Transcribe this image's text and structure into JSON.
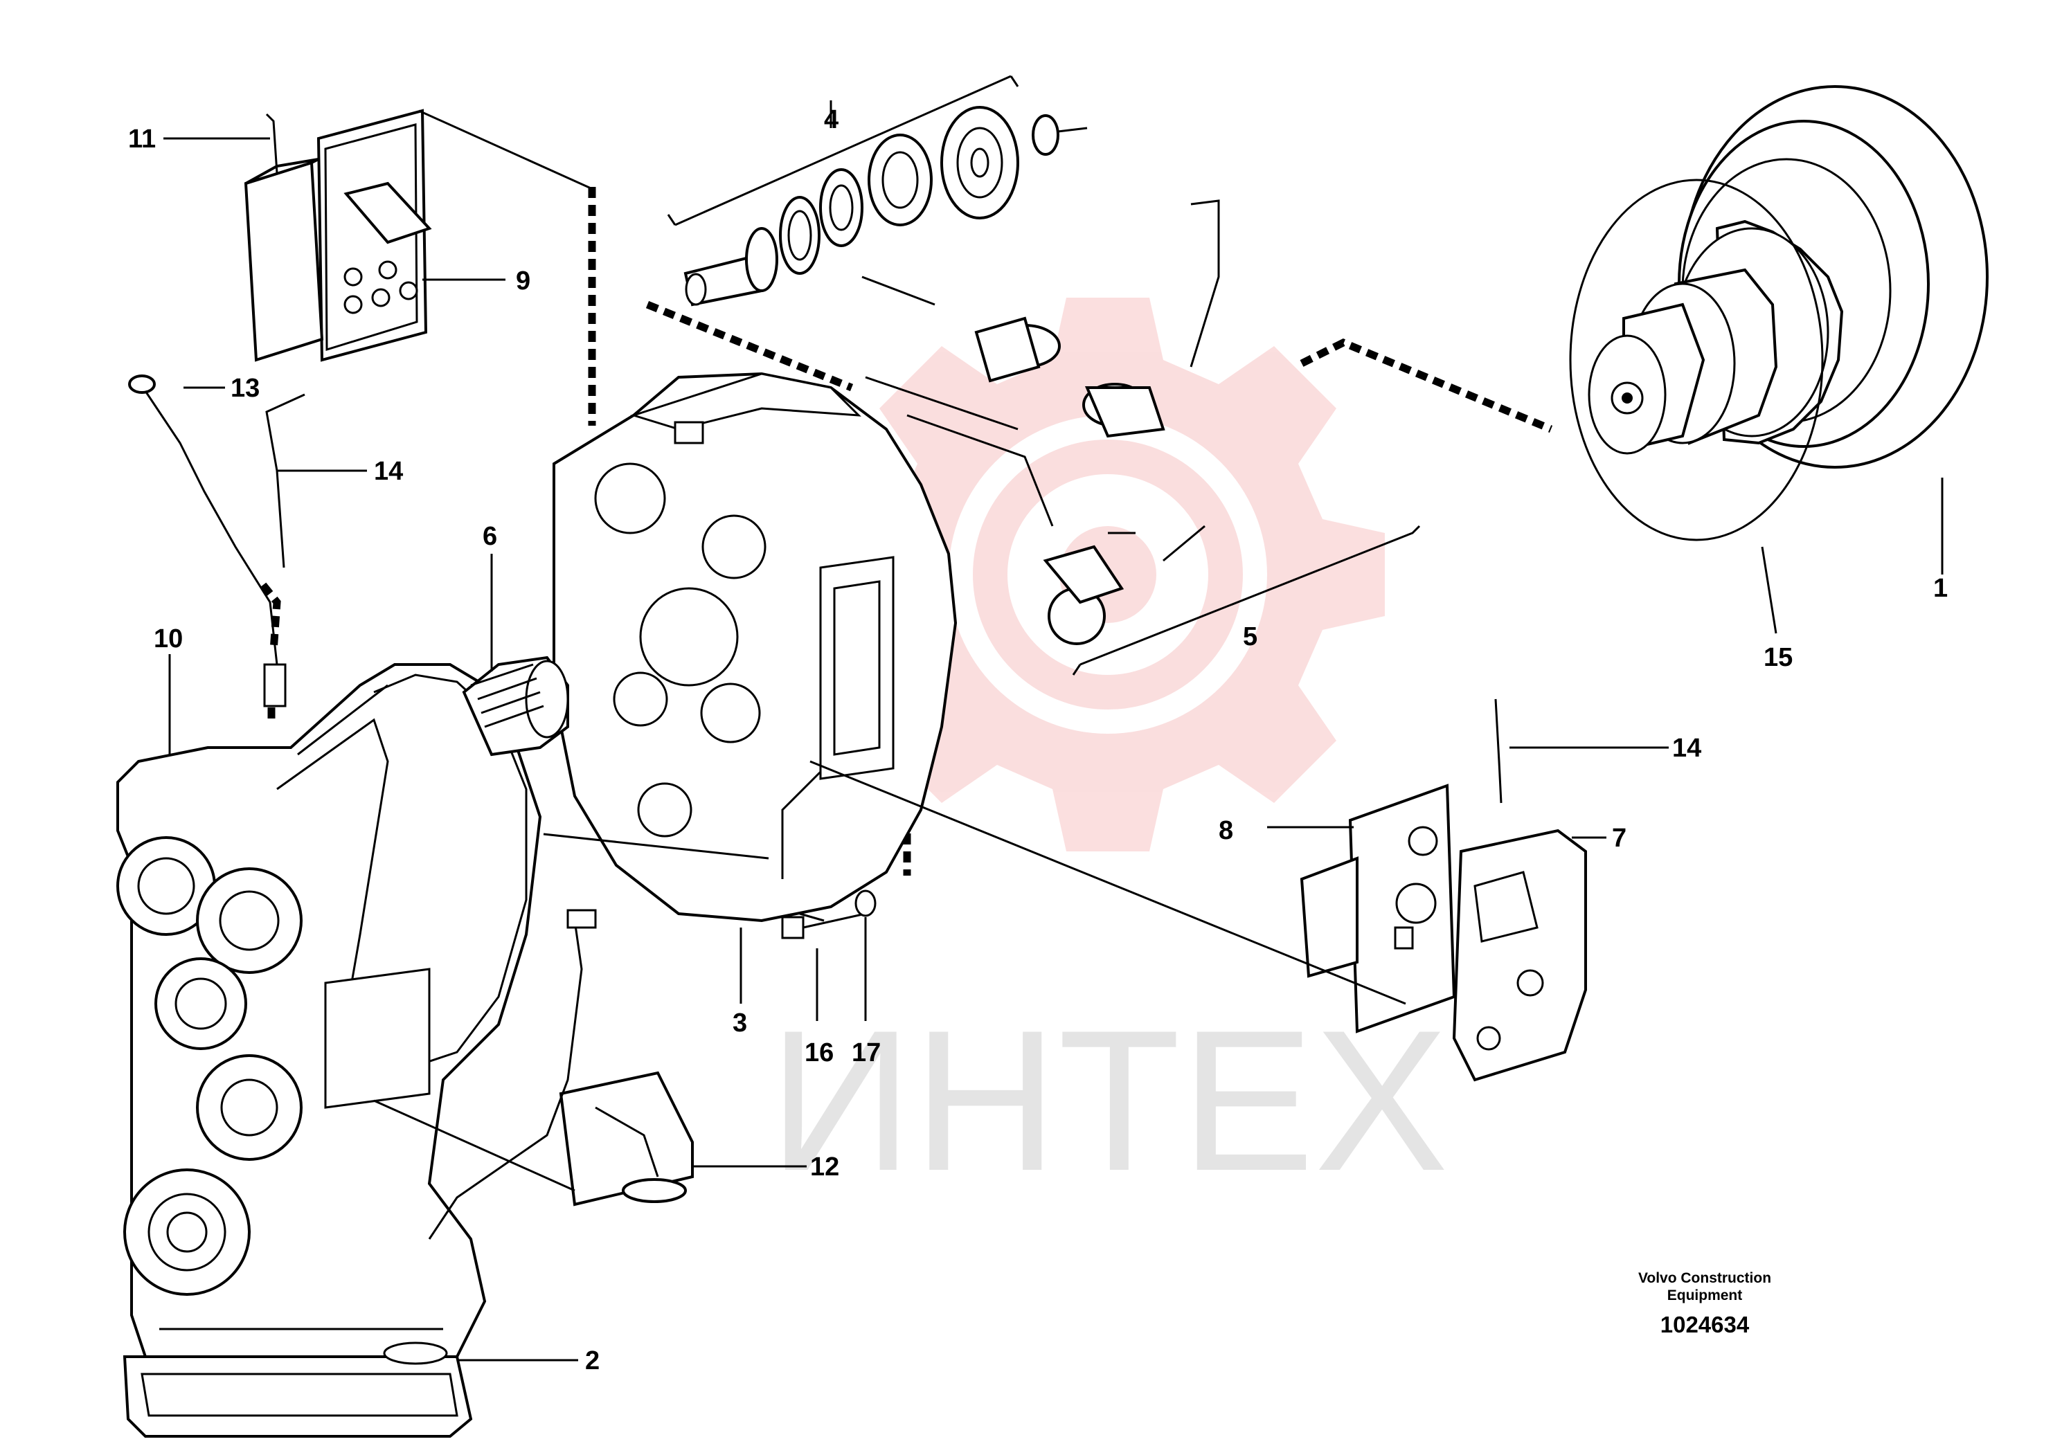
{
  "watermark": {
    "text": "ИНТЕХ",
    "color": "#e4e4e4",
    "gear_color": "#f7c4c4"
  },
  "callouts": [
    {
      "label": "1"
    },
    {
      "label": "2"
    },
    {
      "label": "3"
    },
    {
      "label": "4"
    },
    {
      "label": "5"
    },
    {
      "label": "6"
    },
    {
      "label": "7"
    },
    {
      "label": "8"
    },
    {
      "label": "9"
    },
    {
      "label": "10"
    },
    {
      "label": "11"
    },
    {
      "label": "12"
    },
    {
      "label": "13"
    },
    {
      "label": "14"
    },
    {
      "label": "14"
    },
    {
      "label": "15"
    },
    {
      "label": "16"
    },
    {
      "label": "17"
    }
  ],
  "footer": {
    "line1": "Volvo Construction",
    "line2": "Equipment",
    "number": "1024634"
  }
}
